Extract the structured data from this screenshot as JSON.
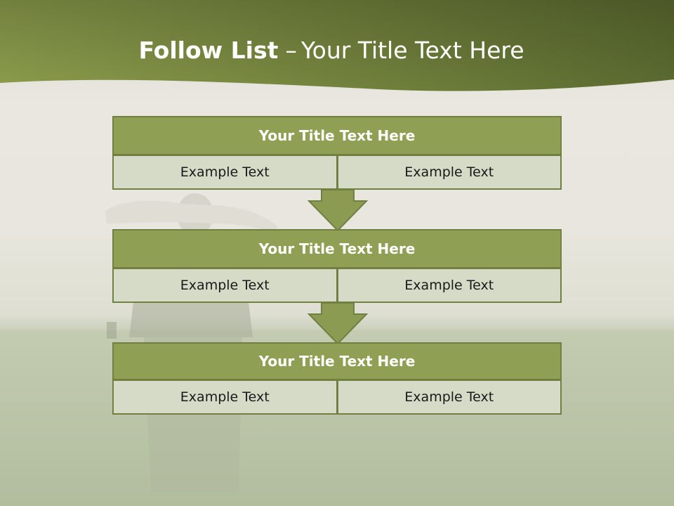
{
  "slide": {
    "title_strong": "Follow List",
    "title_dash": "–",
    "title_rest": "Your Title Text Here"
  },
  "colors": {
    "header_dark": "#5b6b30",
    "header_light": "#8c9d4c",
    "block_header": "#8fa055",
    "block_border": "#6f8040",
    "block_cell": "#d5dbc7",
    "arrow": "#8b9c52"
  },
  "blocks": [
    {
      "title": "Your Title Text Here",
      "left": "Example Text",
      "right": "Example Text"
    },
    {
      "title": "Your Title Text Here",
      "left": "Example Text",
      "right": "Example Text"
    },
    {
      "title": "Your Title Text Here",
      "left": "Example Text",
      "right": "Example Text"
    }
  ],
  "icons": {
    "arrow": "down-arrow-icon"
  }
}
